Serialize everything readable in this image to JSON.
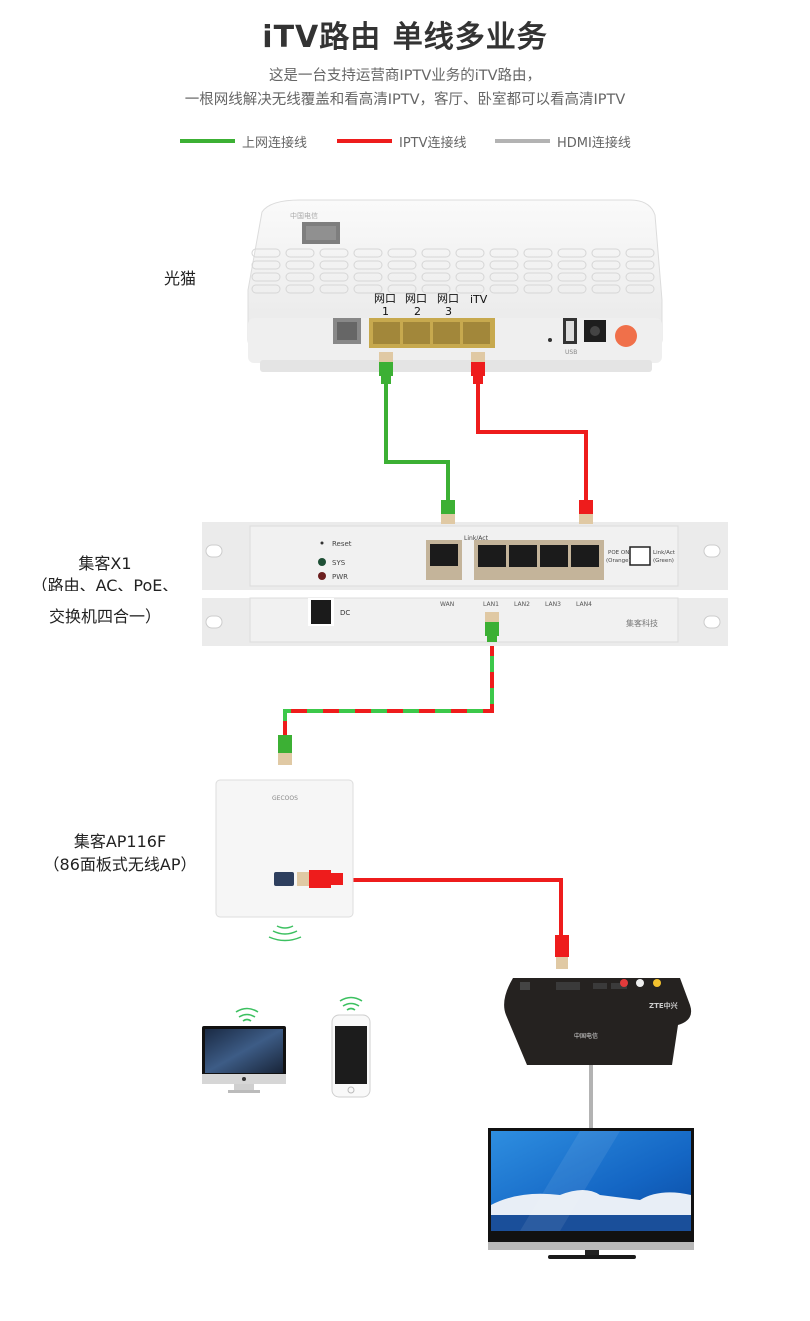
{
  "header": {
    "title": "iTV路由  单线多业务",
    "subtitle_line1": "这是一台支持运营商IPTV业务的iTV路由，",
    "subtitle_line2": "一根网线解决无线覆盖和看高清IPTV，客厅、卧室都可以看高清IPTV"
  },
  "legend": [
    {
      "label": "上网连接线",
      "color": "#3cb034"
    },
    {
      "label": "IPTV连接线",
      "color": "#ee1c1c"
    },
    {
      "label": "HDMI连接线",
      "color": "#b3b3b3"
    }
  ],
  "devices": {
    "ont": {
      "label": "光猫",
      "ports": [
        {
          "name": "网口",
          "number": "1"
        },
        {
          "name": "网口",
          "number": "2"
        },
        {
          "name": "网口",
          "number": "3"
        },
        {
          "name": "iTV",
          "number": ""
        }
      ],
      "usb_label": "USB"
    },
    "x1": {
      "label_line1": "集客X1",
      "label_line2": "（路由、AC、PoE、",
      "label_line3": "交换机四合一）",
      "reset": "Reset",
      "sys": "SYS",
      "pwr": "PWR",
      "link_act": "Link/Act",
      "wan": "WAN",
      "lan_ports": [
        "LAN1",
        "LAN2",
        "LAN3",
        "LAN4"
      ],
      "poe_on": "POE ON",
      "poe_on_color": "(Orange)",
      "link_act2": "Link/Act",
      "link_act2_color": "(Green)",
      "dc": "DC",
      "brand": "集客科技"
    },
    "ap": {
      "label_line1": "集客AP116F",
      "label_line2": "（86面板式无线AP）",
      "brand": "GECOOS"
    },
    "stb": {
      "brand": "ZTE中兴"
    }
  },
  "colors": {
    "green": "#3cb034",
    "red": "#ee1c1c",
    "gray": "#b3b3b3",
    "wifi": "#3cc060"
  }
}
